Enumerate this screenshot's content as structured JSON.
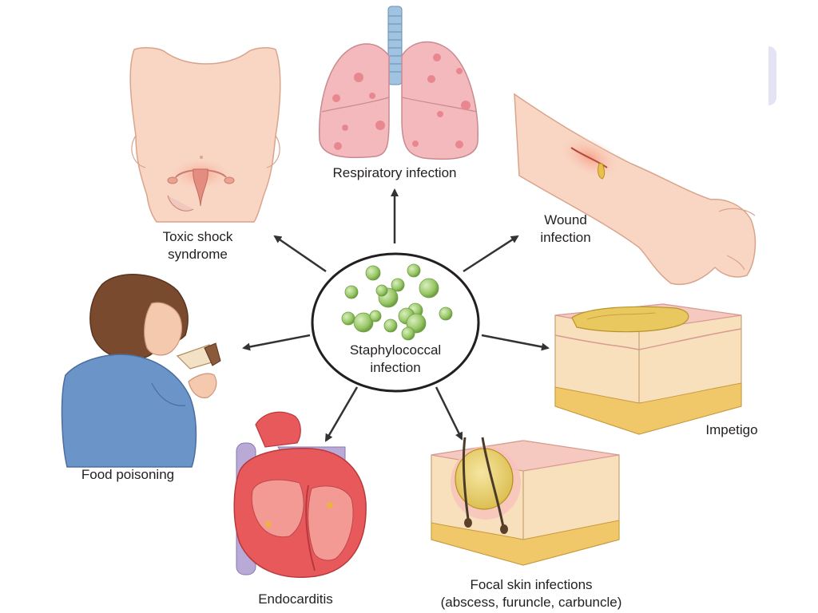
{
  "center": {
    "label_line1": "Staphylococcal",
    "label_line2": "infection",
    "icon": "bacteria-cluster-icon"
  },
  "infections": [
    {
      "key": "respiratory",
      "line1": "Respiratory infection",
      "line2": "",
      "icon": "lungs-icon"
    },
    {
      "key": "toxic-shock",
      "line1": "Toxic shock",
      "line2": "syndrome",
      "icon": "female-torso-icon"
    },
    {
      "key": "wound",
      "line1": "Wound",
      "line2": "infection",
      "icon": "arm-wound-icon"
    },
    {
      "key": "food-poisoning",
      "line1": "Food poisoning",
      "line2": "",
      "icon": "person-eating-icon"
    },
    {
      "key": "impetigo",
      "line1": "Impetigo",
      "line2": "",
      "icon": "skin-block-icon"
    },
    {
      "key": "endocarditis",
      "line1": "Endocarditis",
      "line2": "",
      "icon": "heart-icon"
    },
    {
      "key": "focal-skin",
      "line1": "Focal skin infections",
      "line2": "(abscess, furuncle, carbuncle)",
      "icon": "abscess-skin-icon"
    }
  ],
  "colors": {
    "text": "#231f20",
    "arrow": "#333333",
    "bacteria": "#9ccb6b",
    "skin": "#f9d6c4",
    "lung": "#f3b9bd",
    "heart": "#e8595c",
    "vessel": "#b9a9d6",
    "fat": "#f0c86a"
  }
}
